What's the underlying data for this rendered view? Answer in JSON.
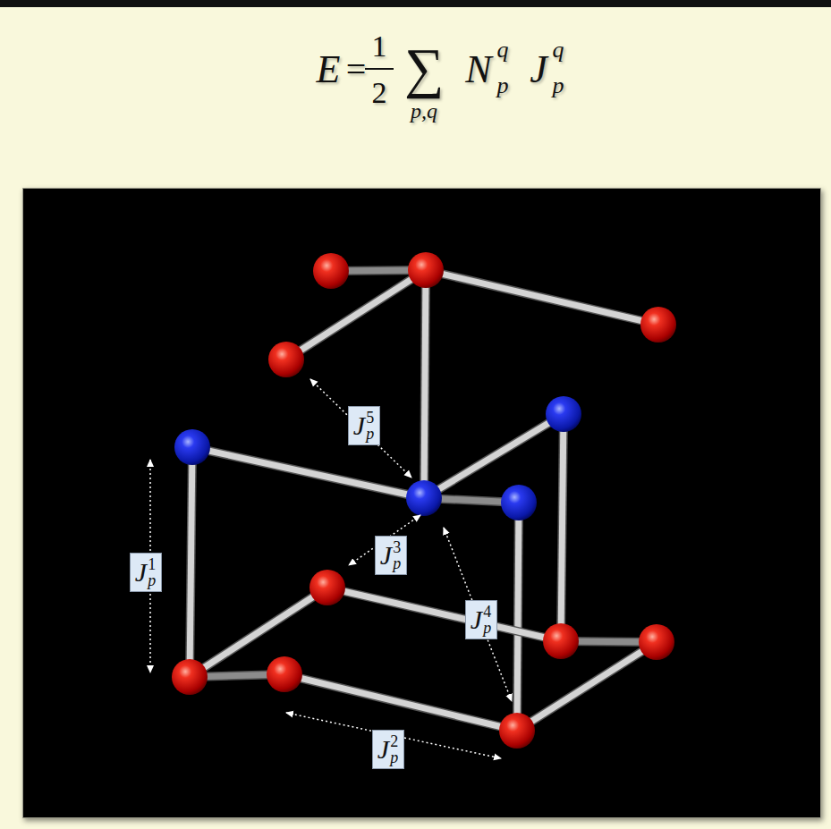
{
  "diagram": {
    "nodes": [
      {
        "text": [
          "J",
          "p",
          "5"
        ]
      },
      {
        "text": [
          "J",
          "p",
          "3"
        ]
      },
      {
        "text": [
          "J",
          "p",
          "1"
        ]
      },
      {
        "text": [
          "J",
          "p",
          "4"
        ]
      },
      {
        "text": [
          "J",
          "p",
          "2"
        ]
      }
    ],
    "labels": [
      "E",
      "=",
      "1",
      "2",
      "∑",
      "p,q",
      "N",
      "p",
      "q",
      "J",
      "p",
      "q"
    ]
  }
}
